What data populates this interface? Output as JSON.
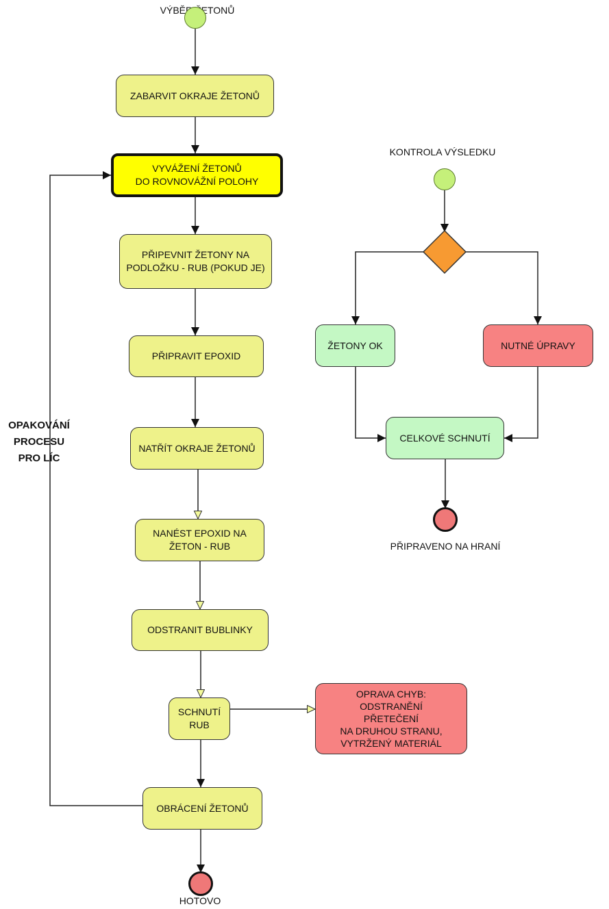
{
  "labels": {
    "start1": "VÝBĚR ŽETONŮ",
    "end1": "HOTOVO",
    "start2": "KONTROLA VÝSLEDKU",
    "end2": "PŘIPRAVENO NA HRANÍ",
    "loop": "OPAKOVÁNÍ\nPROCESU\nPRO LÍC"
  },
  "nodes": {
    "zabarvit": "ZABARVIT OKRAJE ŽETONŮ",
    "vyvazeni": "VYVÁŽENÍ ŽETONŮ\nDO ROVNOVÁŽNÍ POLOHY",
    "pripevnit": "PŘIPEVNIT ŽETONY NA\nPODLOŽKU - RUB (POKUD JE)",
    "pripravit": "PŘIPRAVIT EPOXID",
    "natrit": "NATŘÍT OKRAJE ŽETONŮ",
    "nanest": "NANÉST EPOXID NA\nŽETON - RUB",
    "odstranit": "ODSTRANIT BUBLINKY",
    "schnuti": "SCHNUTÍ\nRUB",
    "obraceni": "OBRÁCENÍ ŽETONŮ",
    "oprava": "OPRAVA CHYB:\nODSTRANĚNÍ\nPŘETEČENÍ\nNA DRUHOU STRANU,\nVYTRŽENÝ MATERIÁL",
    "zetony_ok": "ŽETONY OK",
    "nutne": "NUTNÉ ÚPRAVY",
    "celkove": "CELKOVÉ SCHNUTÍ"
  },
  "colors": {
    "task": "#eef28a",
    "highlight": "#ffff00",
    "ok": "#c4f8c4",
    "error": "#f78282",
    "decision": "#f79a32",
    "start": "#c5f07a"
  }
}
